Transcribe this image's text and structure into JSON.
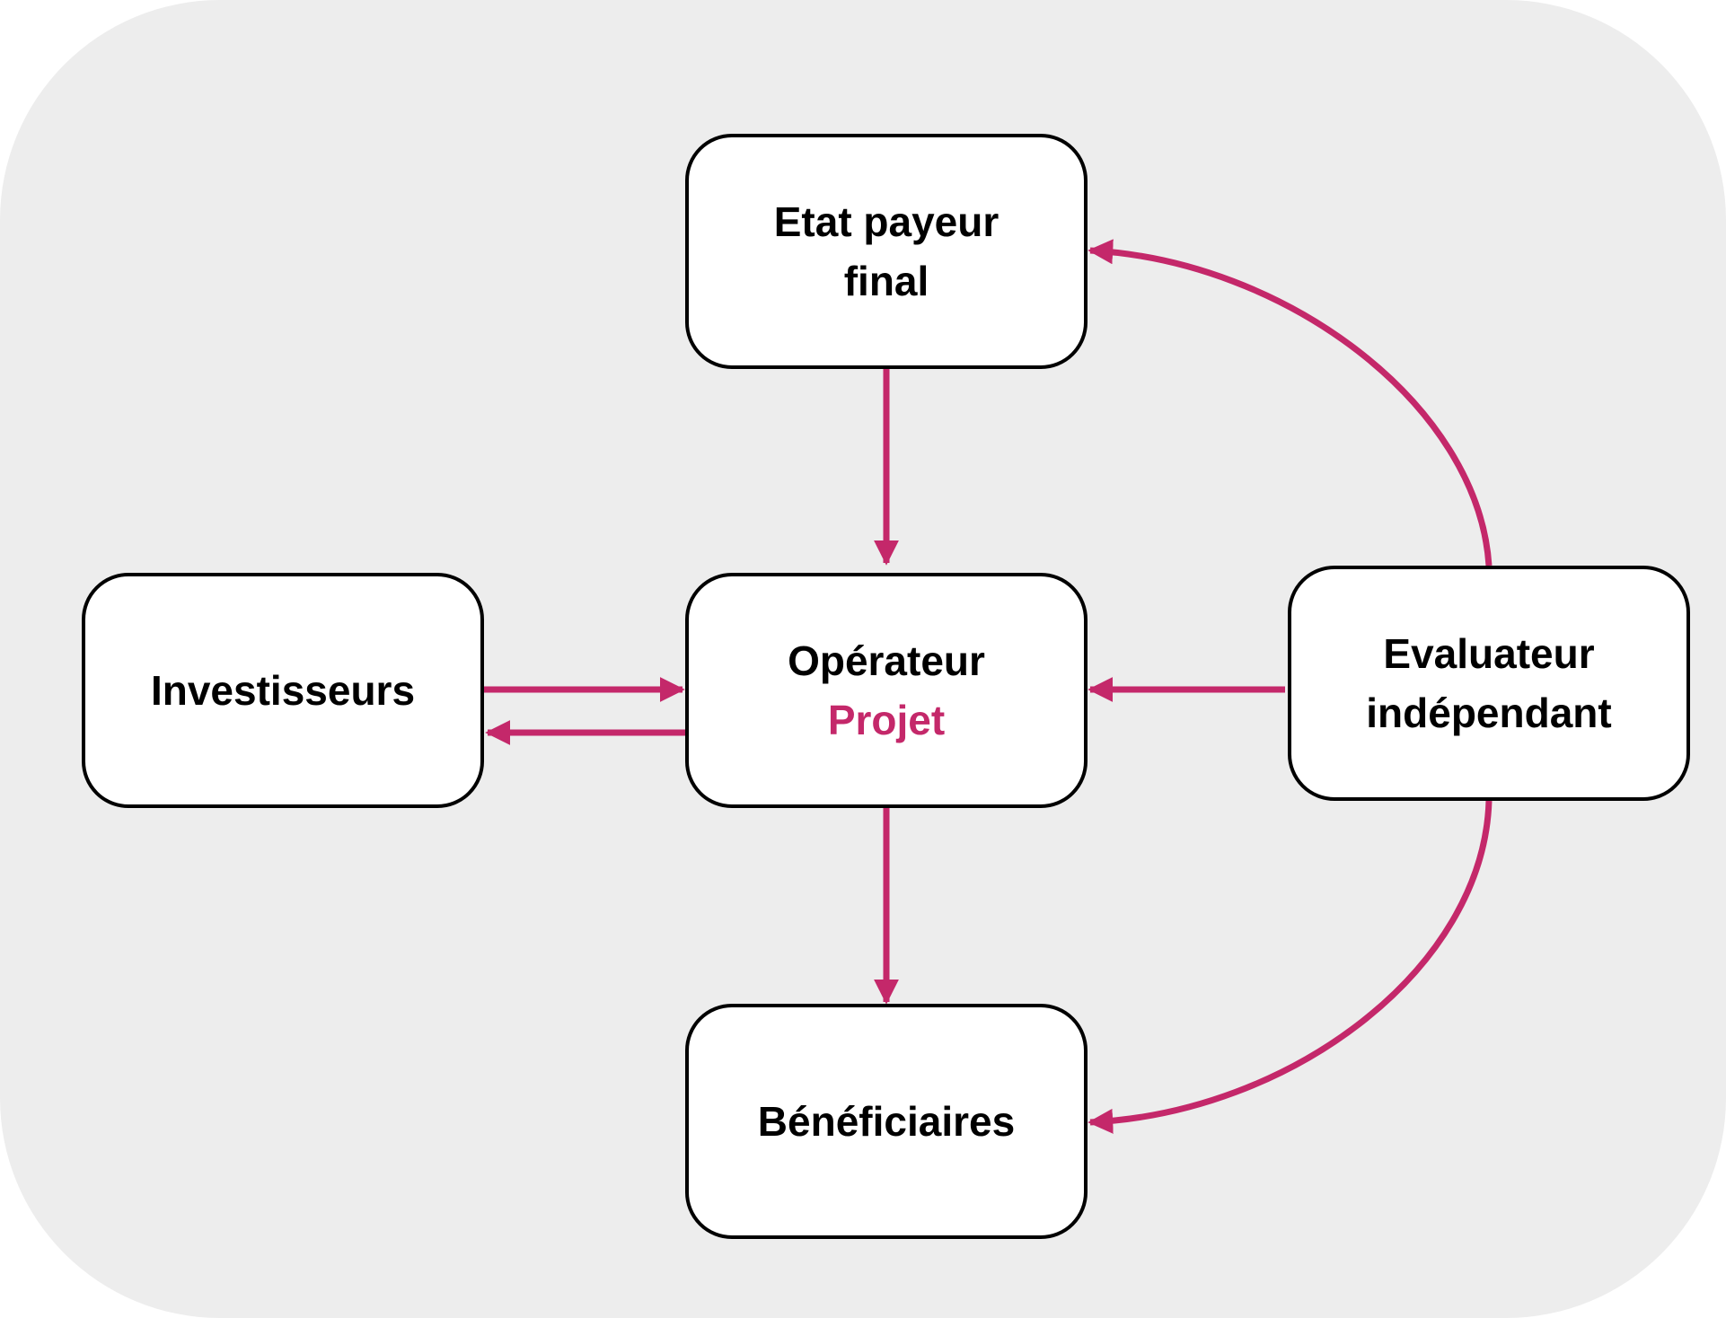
{
  "colors": {
    "accent": "#c4286a",
    "box_border": "#000000",
    "box_fill": "#ffffff",
    "panel_background": "#ededed"
  },
  "nodes": {
    "etat": {
      "line1": "Etat payeur",
      "line2": "final"
    },
    "operateur": {
      "line1": "Opérateur",
      "line2": "Projet"
    },
    "investisseurs": {
      "label": "Investisseurs"
    },
    "evaluateur": {
      "line1": "Evaluateur",
      "line2": "indépendant"
    },
    "beneficiaires": {
      "label": "Bénéficiaires"
    }
  },
  "edges": [
    {
      "from": "etat",
      "to": "operateur"
    },
    {
      "from": "operateur",
      "to": "beneficiaires"
    },
    {
      "from": "investisseurs",
      "to": "operateur"
    },
    {
      "from": "operateur",
      "to": "investisseurs"
    },
    {
      "from": "evaluateur",
      "to": "operateur"
    },
    {
      "from": "evaluateur",
      "to": "etat"
    },
    {
      "from": "evaluateur",
      "to": "beneficiaires"
    }
  ]
}
